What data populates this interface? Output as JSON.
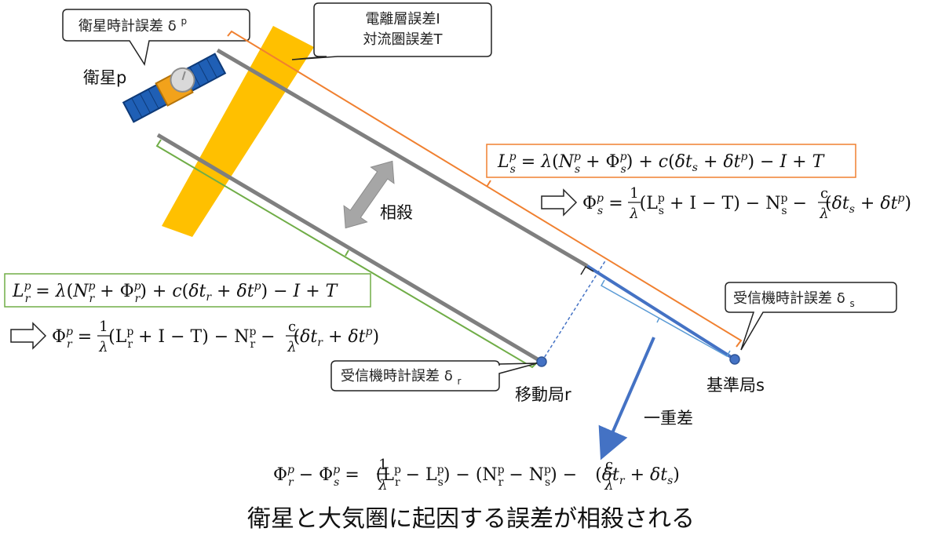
{
  "callouts": {
    "sat_clock": "衛星時計誤差 δ",
    "sat_clock_sup": "p",
    "atmos_line1": "電離層誤差I",
    "atmos_line2": "対流圏誤差T",
    "rx_clock_s": "受信機時計誤差 δ",
    "rx_clock_s_sub": "s",
    "rx_clock_r": "受信機時計誤差 δ",
    "rx_clock_r_sub": "r"
  },
  "labels": {
    "satellite": "衛星p",
    "cancel": "相殺",
    "rover": "移動局r",
    "base": "基準局s",
    "single_diff": "一重差"
  },
  "caption": "衛星と大気圏に起因する誤差が相殺される",
  "colors": {
    "orange": "#F08030",
    "green": "#70AD47",
    "blue": "#4472C4",
    "gray": "#7F7F7F",
    "band": "#FFC000"
  }
}
